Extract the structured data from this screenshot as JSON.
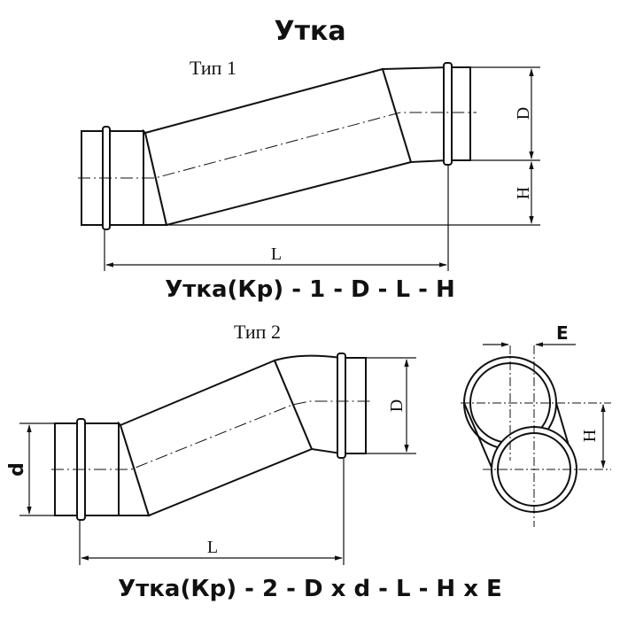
{
  "title": "Утка",
  "type1": {
    "label": "Тип 1",
    "dim_D": "D",
    "dim_H": "H",
    "dim_L": "L",
    "formula": "Утка(Кр) - 1 - D - L - H"
  },
  "type2": {
    "label": "Тип 2",
    "dim_D": "D",
    "dim_d": "d",
    "dim_L": "L",
    "dim_H": "H",
    "dim_E": "E",
    "formula": "Утка(Кр) - 2 - D x d - L - H x E"
  }
}
